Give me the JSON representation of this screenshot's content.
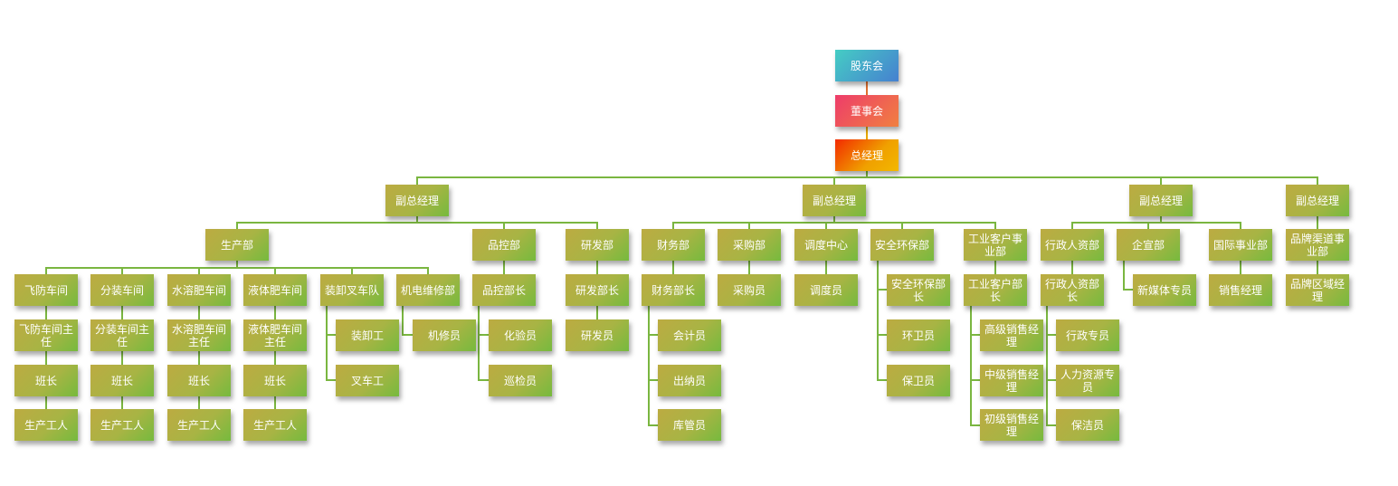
{
  "top": {
    "shareholders": "股东会",
    "board": "董事会",
    "gm": "总经理"
  },
  "vp": [
    "副总经理",
    "副总经理",
    "副总经理",
    "副总经理"
  ],
  "production": {
    "name": "生产部",
    "workshops": [
      {
        "name": "飞防车间",
        "head": "飞防车间主任",
        "lead": "班长",
        "worker": "生产工人"
      },
      {
        "name": "分装车间",
        "head": "分装车间主任",
        "lead": "班长",
        "worker": "生产工人"
      },
      {
        "name": "水溶肥车间",
        "head": "水溶肥车间主任",
        "lead": "班长",
        "worker": "生产工人"
      },
      {
        "name": "液体肥车间",
        "head": "液体肥车间主任",
        "lead": "班长",
        "worker": "生产工人"
      }
    ],
    "loading": {
      "name": "装卸叉车队",
      "staff": [
        "装卸工",
        "叉车工"
      ]
    },
    "maint": {
      "name": "机电维修部",
      "staff": [
        "机修员"
      ]
    }
  },
  "qc": {
    "name": "品控部",
    "head": "品控部长",
    "staff": [
      "化验员",
      "巡检员"
    ]
  },
  "rd": {
    "name": "研发部",
    "head": "研发部长",
    "staff": [
      "研发员"
    ]
  },
  "finance": {
    "name": "财务部",
    "head": "财务部长",
    "staff": [
      "会计员",
      "出纳员",
      "库管员"
    ]
  },
  "purchase": {
    "name": "采购部",
    "staff": "采购员"
  },
  "dispatch": {
    "name": "调度中心",
    "staff": "调度员"
  },
  "safety": {
    "name": "安全环保部",
    "staff": [
      "安全环保部长",
      "环卫员",
      "保卫员"
    ]
  },
  "industrial": {
    "name": "工业客户事业部",
    "head": "工业客户部长",
    "staff": [
      "高级销售经理",
      "中级销售经理",
      "初级销售经理"
    ]
  },
  "admin": {
    "name": "行政人资部",
    "head": "行政人资部长",
    "staff": [
      "行政专员",
      "人力资源专员",
      "保洁员"
    ]
  },
  "pr": {
    "name": "企宣部",
    "staff": "新媒体专员"
  },
  "intl": {
    "name": "国际事业部",
    "staff": "销售经理"
  },
  "brand": {
    "name": "品牌渠道事业部",
    "staff": "品牌区域经理"
  }
}
